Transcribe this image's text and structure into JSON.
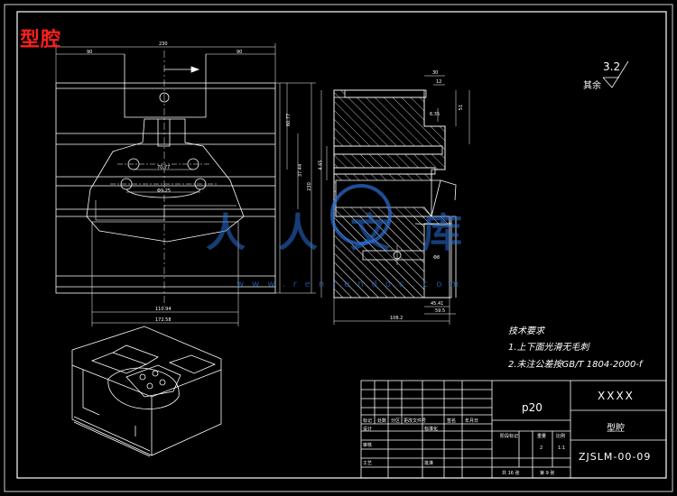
{
  "title_label": "型腔",
  "roughness": {
    "value": "3.2",
    "note": "其余"
  },
  "technical_requirements": {
    "heading": "技术要求",
    "items": [
      "1.上下面光滑无毛刺",
      "2.未注公差按GB/T 1804-2000-f"
    ]
  },
  "title_block": {
    "material": "p20",
    "company": "XXXX",
    "part_name": "型腔",
    "drawing_no": "ZJSLM-00-09",
    "scale": "1:1",
    "quantity": "2",
    "sheets_total": "共 16 张",
    "sheet_no": "第 9 张",
    "header_labels": [
      "标记",
      "处数",
      "分区",
      "更改文件号",
      "签名",
      "年月日"
    ],
    "role_labels": [
      "设计",
      "标准化",
      "审核",
      "工艺",
      "批准"
    ],
    "stage_labels": [
      "阶段标记",
      "重量",
      "比例"
    ]
  },
  "dimensions": {
    "front_top_total": "230",
    "front_top_left": "90",
    "front_top_right": "90",
    "front_right_1": "60.77",
    "front_right_2": "37.44",
    "front_right_3": "230",
    "front_mid_1": "70.77",
    "front_mid_2": "Φ9.25",
    "front_bottom_1": "110.94",
    "front_bottom_2": "172.58",
    "side_top_1": "30",
    "side_top_2": "12",
    "side_right_1": "51",
    "side_right_2": "6.35",
    "side_left_1": "4.65",
    "side_mid_1": "Φ8",
    "side_bottom_1": "45.41",
    "side_bottom_2": "59.5",
    "side_bottom_3": "108.2"
  },
  "watermark": {
    "text": "人人文库",
    "url": "www.renrendoc.com"
  },
  "colors": {
    "background": "#000000",
    "lines": "#ffffff",
    "title": "#ff1f1f",
    "watermark": "#2b6fd6"
  }
}
